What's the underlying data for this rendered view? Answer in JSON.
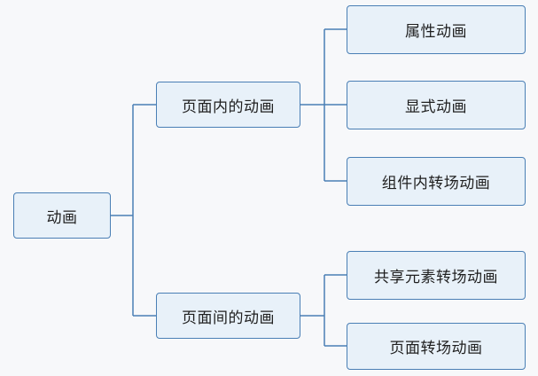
{
  "diagram": {
    "root": {
      "label": "动画"
    },
    "branches": [
      {
        "label": "页面内的动画",
        "children": [
          "属性动画",
          "显式动画",
          "组件内转场动画"
        ]
      },
      {
        "label": "页面间的动画",
        "children": [
          "共享元素转场动画",
          "页面转场动画"
        ]
      }
    ]
  },
  "colors": {
    "node_fill": "#e8f1f9",
    "node_border": "#4a7fb5",
    "connector": "#4a7fb5",
    "background": "#f7f8fa",
    "text": "#1f1f1f"
  }
}
